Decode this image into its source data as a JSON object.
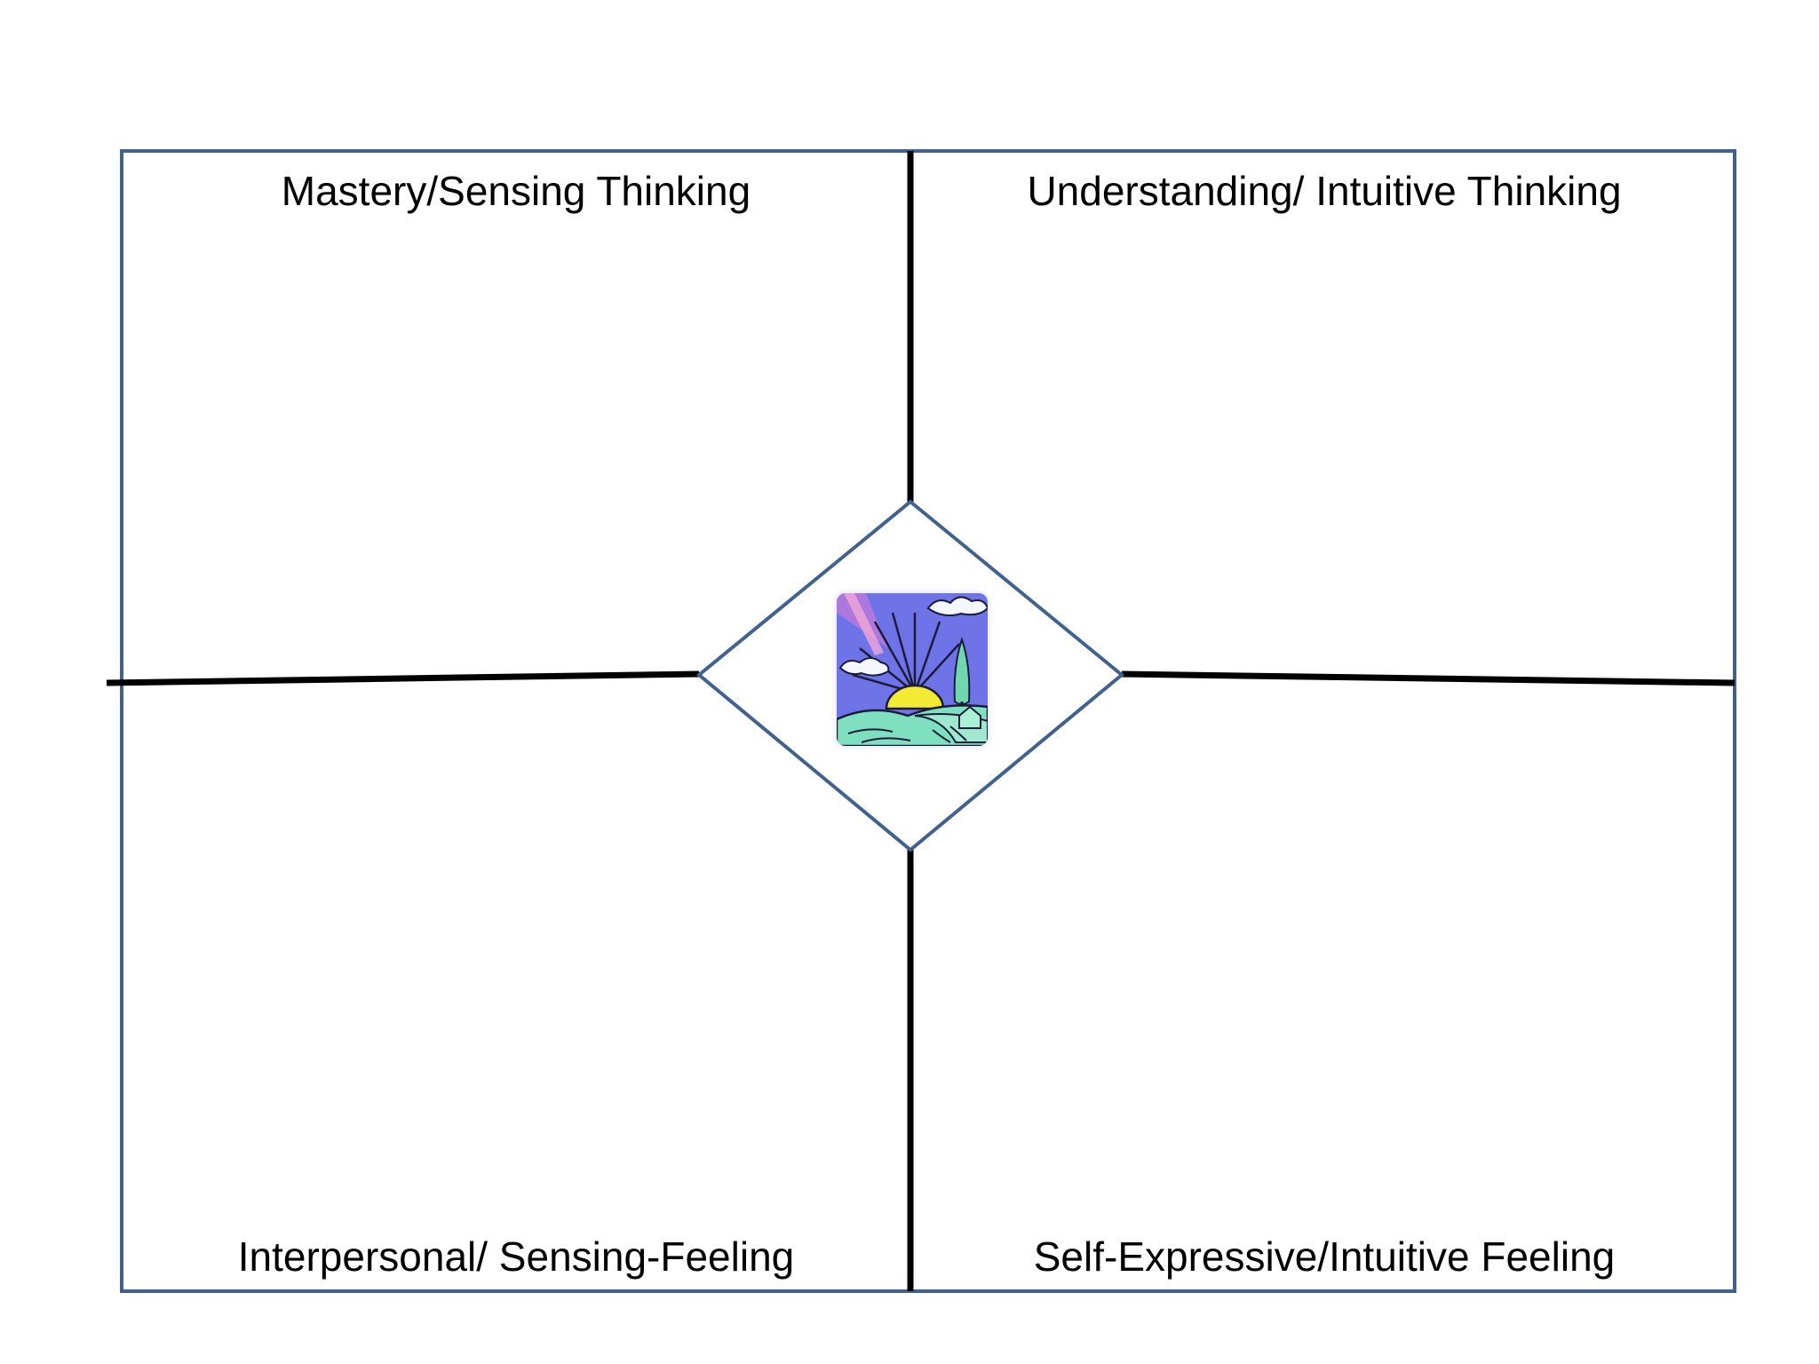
{
  "diagram": {
    "quadrants": {
      "top_left": "Mastery/Sensing Thinking",
      "top_right": "Understanding/ Intuitive Thinking",
      "bottom_left": "Interpersonal/ Sensing-Feeling",
      "bottom_right": "Self-Expressive/Intuitive Feeling"
    },
    "center_image": "sunrise-landscape-clipart",
    "colors": {
      "frame": "#41618f",
      "divider": "#000000",
      "sky": "#6f73e8",
      "sun": "#f3ea33",
      "hills": "#7fe0c0",
      "tree": "#6fd6b0"
    }
  }
}
